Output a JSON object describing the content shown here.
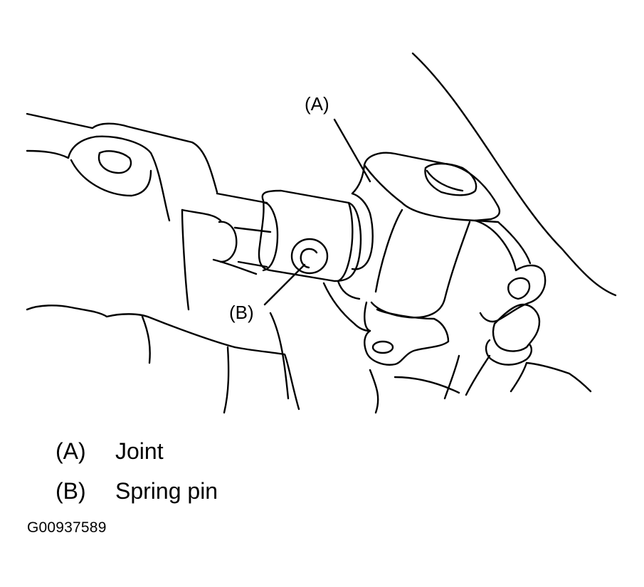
{
  "diagram": {
    "callouts": {
      "a": "(A)",
      "b": "(B)"
    },
    "legend": [
      {
        "key": "(A)",
        "label": "Joint"
      },
      {
        "key": "(B)",
        "label": "Spring pin"
      }
    ],
    "figure_id": "G00937589"
  }
}
